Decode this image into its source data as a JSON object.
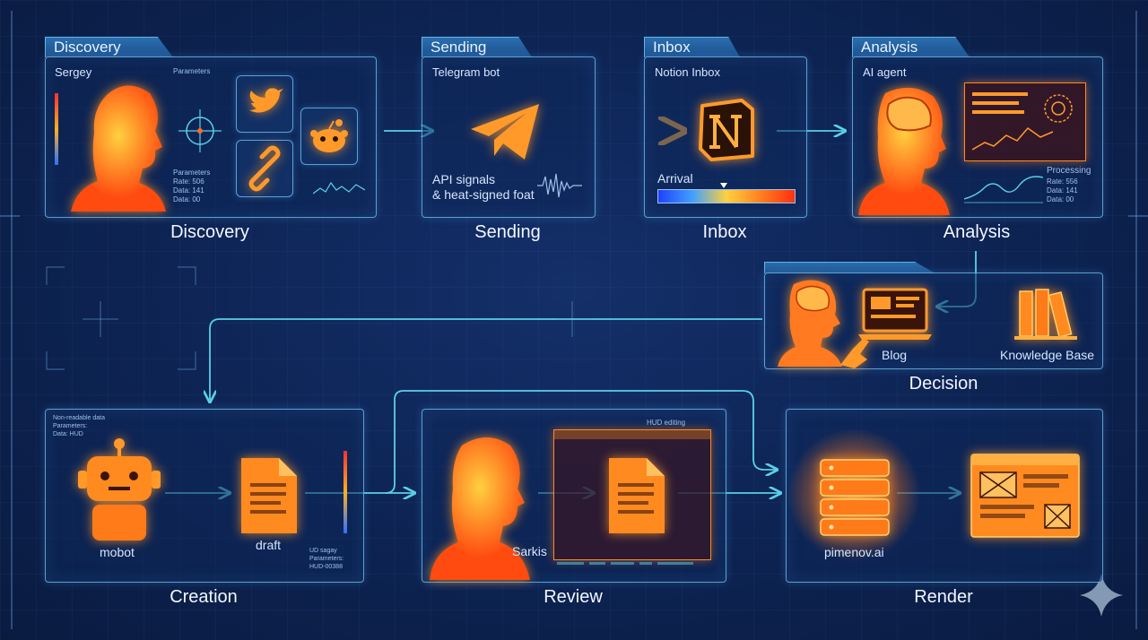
{
  "stages": {
    "discovery": {
      "tab": "Discovery",
      "label": "Discovery",
      "person": "Sergey",
      "params_title": "Parameters",
      "params_title2": "Parameters",
      "params_lines": [
        "Rate: 506",
        "Data: 141",
        "Data: 00"
      ],
      "sources": [
        "twitter-icon",
        "reddit-icon",
        "link-icon"
      ]
    },
    "sending": {
      "tab": "Sending",
      "label": "Sending",
      "sub": "Telegram bot",
      "caption1": "API signals",
      "caption2": "& heat-signed foat"
    },
    "inbox": {
      "tab": "Inbox",
      "label": "Inbox",
      "sub": "Notion Inbox",
      "arrival": "Arrival"
    },
    "analysis": {
      "tab": "Analysis",
      "label": "Analysis",
      "sub": "AI agent",
      "proc_title": "Processing",
      "proc_lines": [
        "Rate: 556",
        "Data: 141",
        "Data: 00"
      ]
    },
    "decision": {
      "label": "Decision",
      "blog": "Blog",
      "kb": "Knowledge Base"
    },
    "creation": {
      "label": "Creation",
      "bot": "mobot",
      "draft": "draft",
      "top_lines": [
        "Non-readable data",
        "Parameters:",
        "Data: HUD"
      ],
      "bottom_lines": [
        "UD sagay",
        "Parameters:",
        "HUD-00388"
      ]
    },
    "review": {
      "label": "Review",
      "person": "Sarkis",
      "hud": "HUD editing"
    },
    "render": {
      "label": "Render",
      "server": "pimenov.ai"
    }
  },
  "colors": {
    "accent": "#ff8a1e",
    "line": "#5ad0e6",
    "panel_border": "#78c8f0"
  }
}
